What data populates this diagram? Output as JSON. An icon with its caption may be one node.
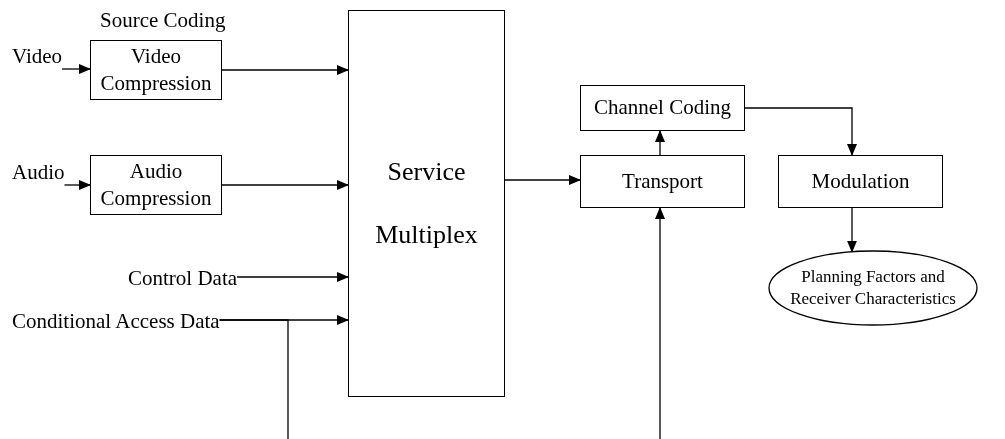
{
  "diagram": {
    "nodes": [
      {
        "text": [
          "Video"
        ]
      },
      {
        "text": [
          "Video Compression"
        ]
      },
      {
        "text": [
          "Audio"
        ]
      },
      {
        "text": [
          "Audio Compression"
        ]
      },
      {
        "text": [
          "Service Multiplex"
        ]
      },
      {
        "text": [
          "Control Data"
        ]
      },
      {
        "text": [
          "Conditional Access Data"
        ]
      },
      {
        "text": [
          "Channel Coding"
        ]
      },
      {
        "text": [
          "Transport"
        ]
      },
      {
        "text": [
          "Modulation"
        ]
      },
      {
        "text": [
          "Planning Factors and Receiver Characteristics"
        ]
      }
    ],
    "edges": [
      {
        "from": 0,
        "to": 1,
        "arrow": "to"
      },
      {
        "from": 1,
        "to": 4,
        "arrow": "to"
      },
      {
        "from": 2,
        "to": 3,
        "arrow": "to"
      },
      {
        "from": 3,
        "to": 4,
        "arrow": "to"
      },
      {
        "from": 5,
        "to": 4,
        "arrow": "to"
      },
      {
        "from": 6,
        "to": 4,
        "arrow": "to"
      },
      {
        "from": 6,
        "to": null,
        "arrow": "none"
      },
      {
        "from": 4,
        "to": 8,
        "arrow": "to"
      },
      {
        "from": 8,
        "to": 7,
        "arrow": "to"
      },
      {
        "from": 7,
        "to": 9,
        "arrow": "to"
      },
      {
        "from": 9,
        "to": 10,
        "arrow": "to"
      },
      {
        "from": null,
        "to": 8,
        "arrow": "to"
      }
    ],
    "labels": [
      "Source Coding"
    ]
  }
}
